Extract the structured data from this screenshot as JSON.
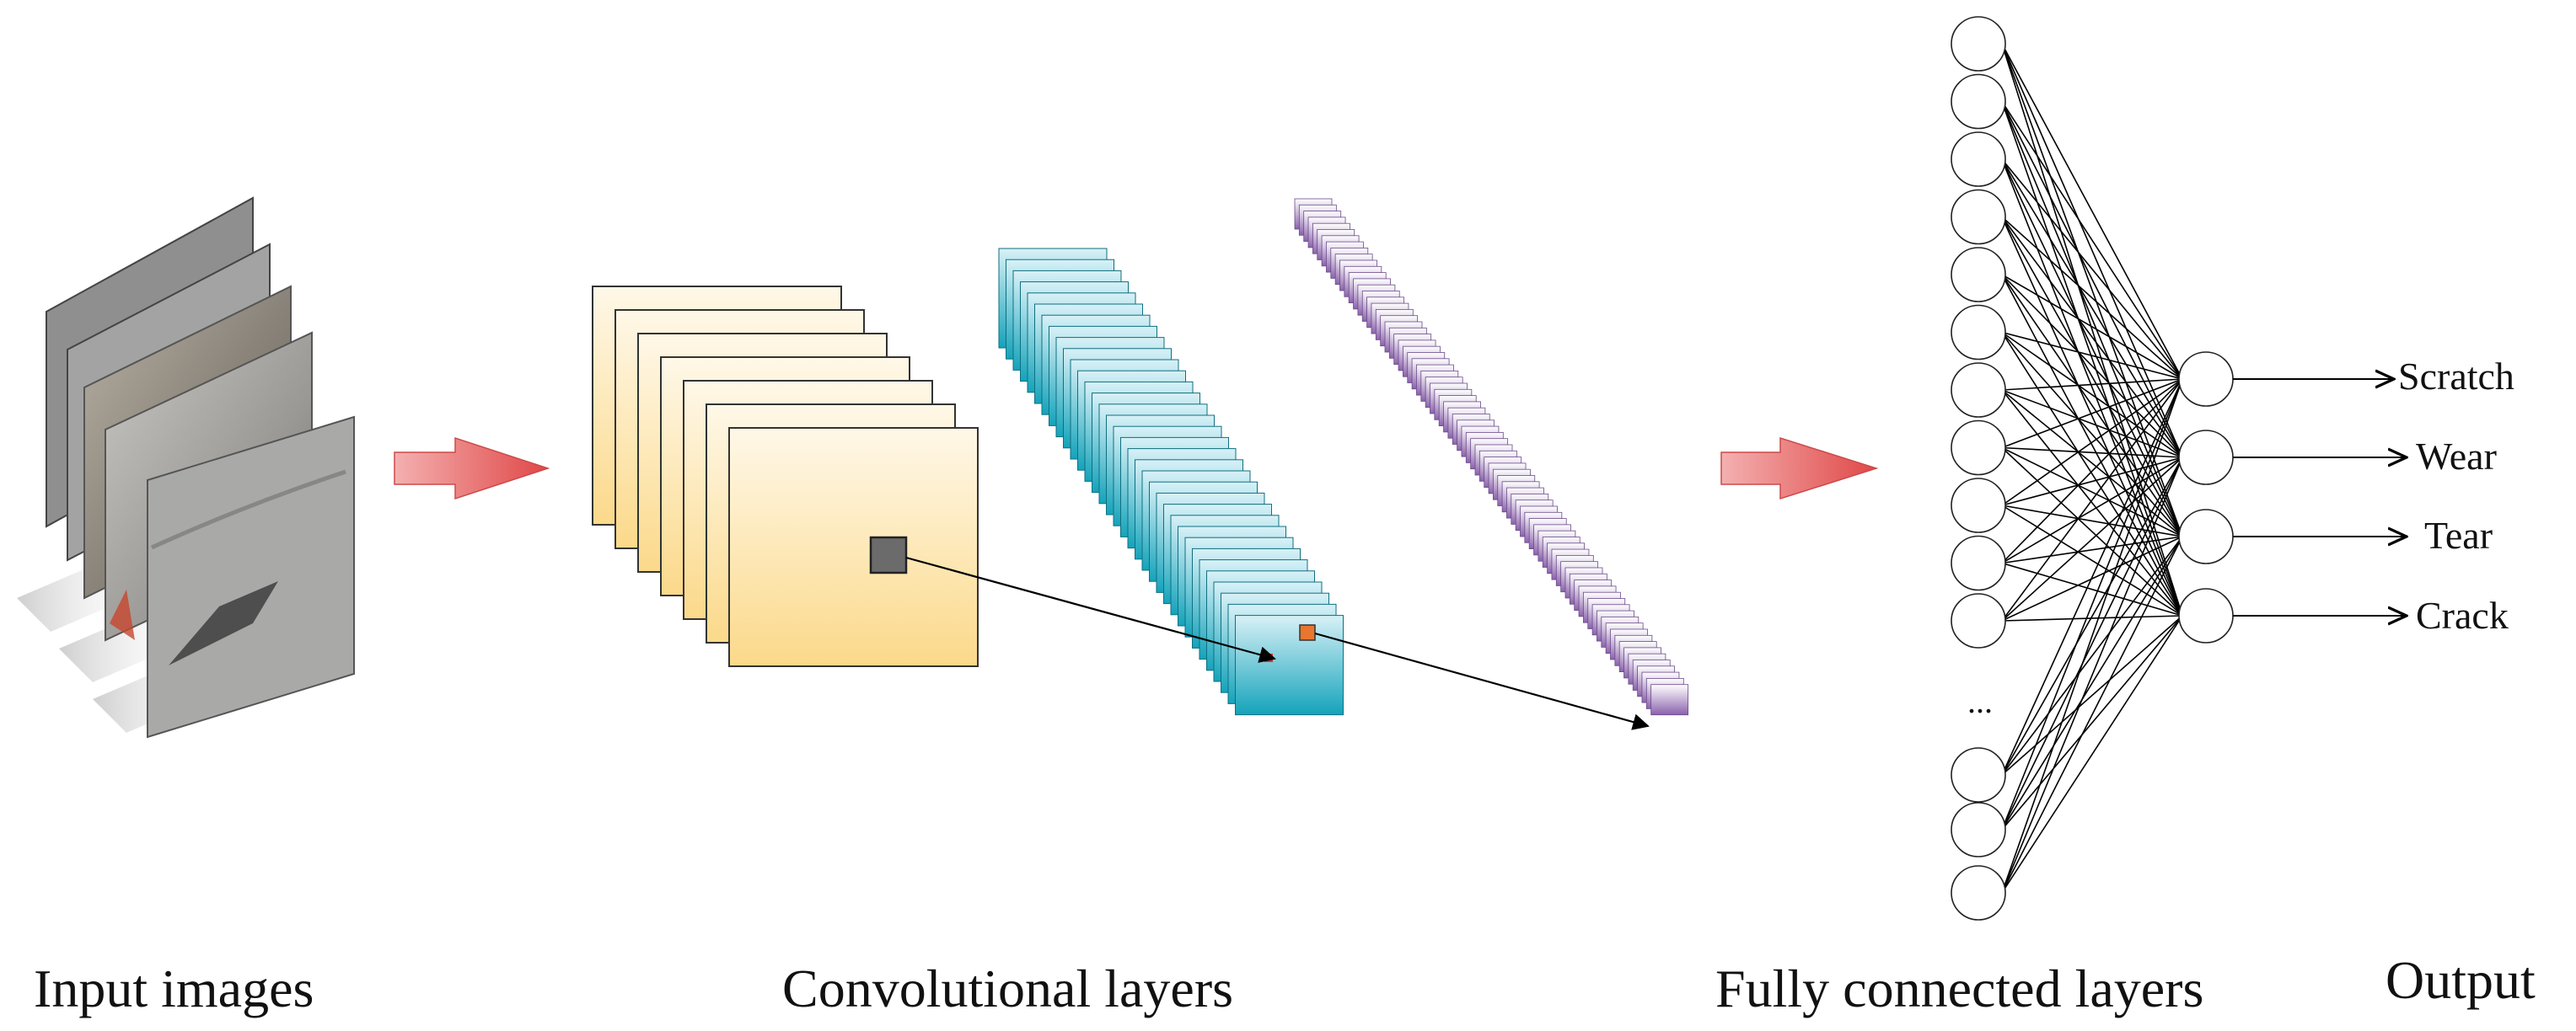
{
  "sections": {
    "input": "Input images",
    "conv": "Convolutional layers",
    "fc": "Fully connected layers",
    "output": "Output"
  },
  "outputs": [
    "Scratch",
    "Wear",
    "Tear",
    "Crack"
  ],
  "ellipsis": "...",
  "colors": {
    "arrow_fill": "#e86a6a",
    "conv1_top": "#fff8e8",
    "conv1_bottom": "#fbd98a",
    "conv2_top": "#eaf7fb",
    "conv2_bottom": "#14a3ba",
    "conv3_top": "#ffffff",
    "conv3_bottom": "#7a4f9c",
    "kernel": "#6b6b6b",
    "marker": "#e8762f"
  },
  "icons": {
    "input_stack": "image-stack-icon",
    "flow_arrow": "right-arrow-icon"
  }
}
